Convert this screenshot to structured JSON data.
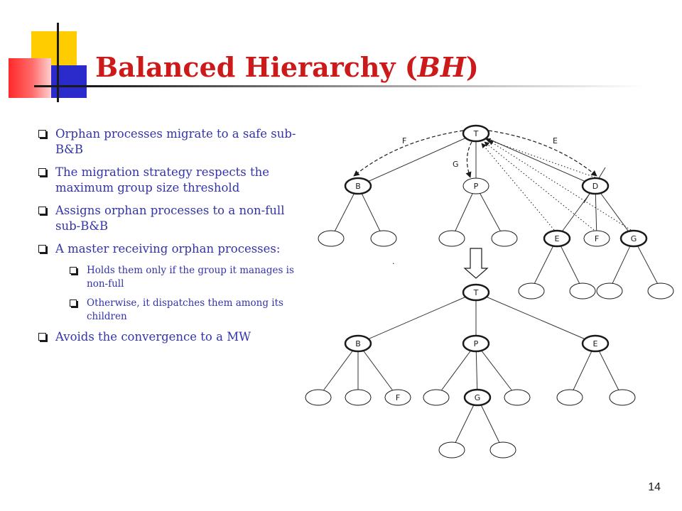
{
  "slide": {
    "title_main": "Balanced Hierarchy (",
    "title_italic": "BH",
    "title_close": ")",
    "page_number": "14"
  },
  "bullets": [
    {
      "level": 1,
      "text": "Orphan processes migrate to a safe sub-B&B"
    },
    {
      "level": 1,
      "text": "The migration strategy respects the maximum group size threshold"
    },
    {
      "level": 1,
      "text": "Assigns orphan processes to a non-full sub-B&B"
    },
    {
      "level": 1,
      "text": "A master receiving orphan processes:"
    },
    {
      "level": 2,
      "text": "Holds them only if the group it manages is non-full"
    },
    {
      "level": 2,
      "text": "Otherwise, it dispatches them among its children"
    },
    {
      "level": 1,
      "text": "Avoids the convergence to a MW"
    }
  ],
  "diagram": {
    "top_tree": {
      "root": "T",
      "nodes": [
        "B",
        "P",
        "D",
        "E",
        "F",
        "G"
      ],
      "edge_labels": [
        "F",
        "G",
        "E"
      ]
    },
    "bottom_tree": {
      "root": "T",
      "nodes": [
        "B",
        "P",
        "E",
        "F",
        "G"
      ]
    },
    "stray_mark": "."
  }
}
